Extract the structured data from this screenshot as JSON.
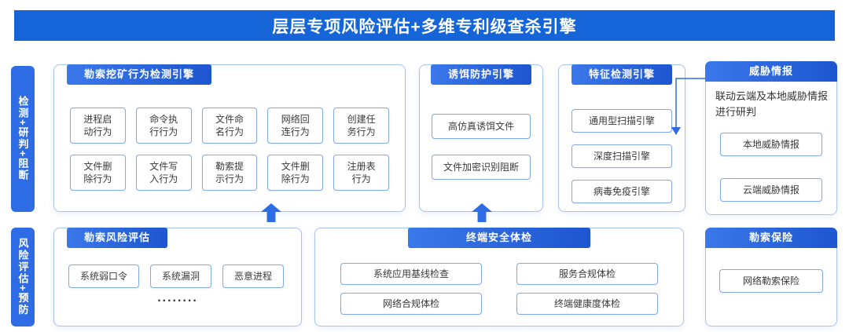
{
  "banner": {
    "title": "层层专项风险评估+多维专利级查杀引擎"
  },
  "sidebar": {
    "detect": "检测+研判+阻断",
    "assess": "风险评估+预防"
  },
  "ransom": {
    "title": "勒索挖矿行为检测引擎",
    "items": [
      "进程启\n动行为",
      "命令执\n行行为",
      "文件命\n名行为",
      "网络回\n连行为",
      "创建任\n务行为",
      "文件删\n除行为",
      "文件写\n入行为",
      "勒索提\n示行为",
      "文件删\n除行为",
      "注册表\n行为"
    ]
  },
  "decoy": {
    "title": "诱饵防护引擎",
    "items": [
      "高仿真诱饵文件",
      "文件加密识别阻断"
    ]
  },
  "signature": {
    "title": "特征检测引擎",
    "items": [
      "通用型扫描引擎",
      "深度扫描引擎",
      "病毒免疫引擎"
    ]
  },
  "intel": {
    "title": "威胁情报",
    "desc": "联动云端及本地威胁情报进行研判",
    "items": [
      "本地威胁情报",
      "云端威胁情报"
    ]
  },
  "risk": {
    "title": "勒索风险评估",
    "items": [
      "系统弱口令",
      "系统漏洞",
      "恶意进程"
    ],
    "ellipsis": "........"
  },
  "checkup": {
    "title": "终端安全体检",
    "items": [
      "系统应用基线检查",
      "服务合规体检",
      "网络合规体检",
      "终端健康度体检"
    ]
  },
  "insurance": {
    "title": "勒索保险",
    "items": [
      "网络勒索保险"
    ]
  },
  "colors": {
    "banner_blue": "#1565d9",
    "accent_blue": "#2e6ce6",
    "tab_gradient_from": "#3b78ea",
    "tab_gradient_to": "#1d56cf",
    "panel_border": "#a9c2ef",
    "chip_border": "#84a9e8"
  }
}
